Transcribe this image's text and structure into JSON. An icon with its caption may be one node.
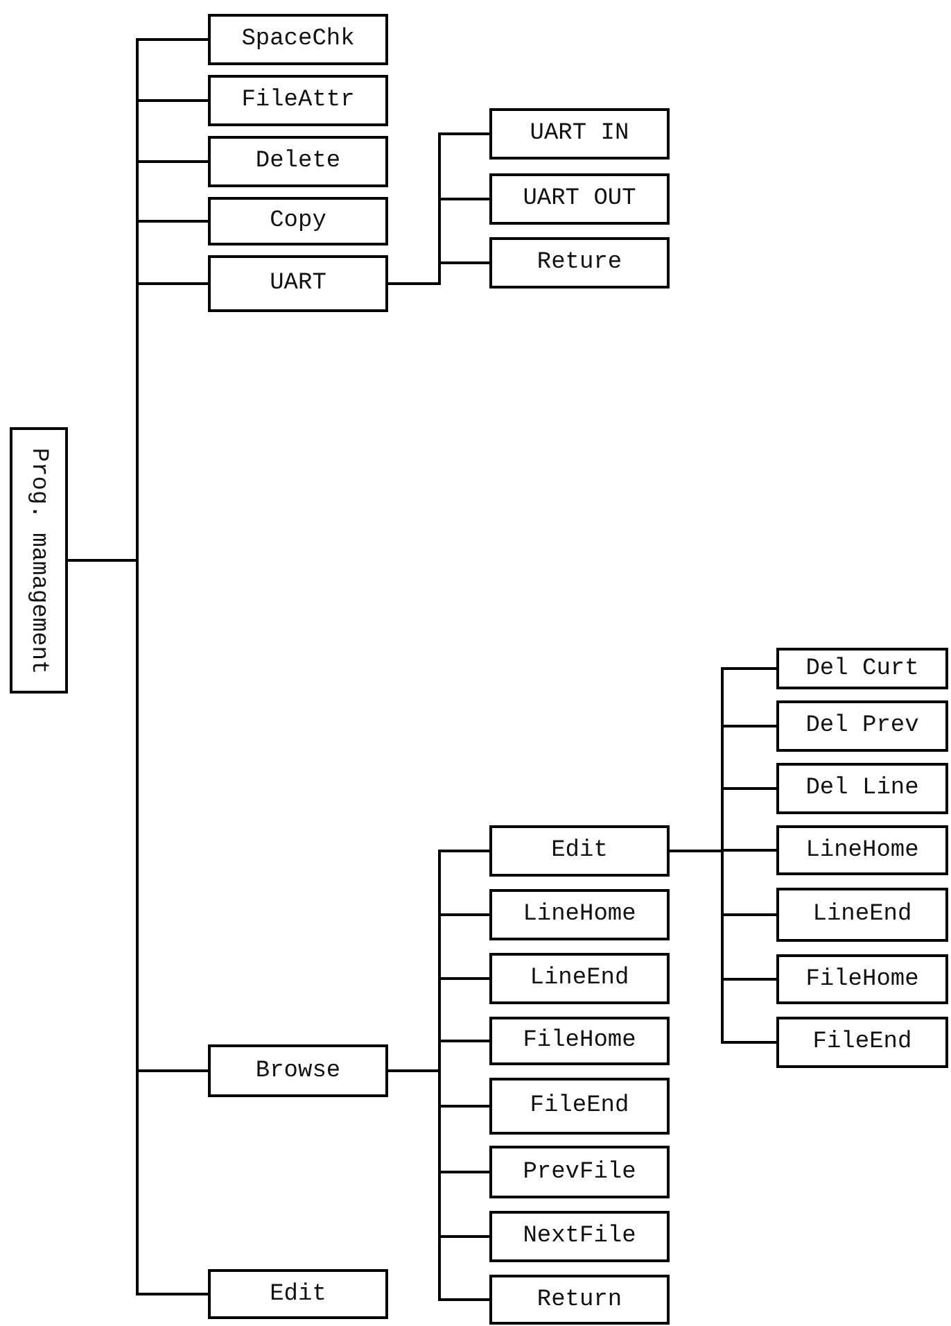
{
  "diagram": {
    "nodes": [
      {
        "text": [
          "Prog. mamagement"
        ]
      },
      {
        "text": [
          "SpaceChk"
        ]
      },
      {
        "text": [
          "FileAttr"
        ]
      },
      {
        "text": [
          "Delete"
        ]
      },
      {
        "text": [
          "Copy"
        ]
      },
      {
        "text": [
          "UART"
        ]
      },
      {
        "text": [
          "UART IN"
        ]
      },
      {
        "text": [
          "UART OUT"
        ]
      },
      {
        "text": [
          "Reture"
        ]
      },
      {
        "text": [
          "Browse"
        ]
      },
      {
        "text": [
          "Edit"
        ]
      },
      {
        "text": [
          "Del Curt"
        ]
      },
      {
        "text": [
          "Del Prev"
        ]
      },
      {
        "text": [
          "Del Line"
        ]
      },
      {
        "text": [
          "LineHome"
        ]
      },
      {
        "text": [
          "LineEnd"
        ]
      },
      {
        "text": [
          "FileHome"
        ]
      },
      {
        "text": [
          "FileEnd"
        ]
      },
      {
        "text": [
          "LineHome"
        ]
      },
      {
        "text": [
          "LineEnd"
        ]
      },
      {
        "text": [
          "FileHome"
        ]
      },
      {
        "text": [
          "FileEnd"
        ]
      },
      {
        "text": [
          "PrevFile"
        ]
      },
      {
        "text": [
          "NextFile"
        ]
      },
      {
        "text": [
          "Return"
        ]
      },
      {
        "text": [
          "Edit"
        ]
      }
    ],
    "edges": [
      {
        "from": 0,
        "to": 1,
        "arrow": "none"
      },
      {
        "from": 0,
        "to": 2,
        "arrow": "none"
      },
      {
        "from": 0,
        "to": 3,
        "arrow": "none"
      },
      {
        "from": 0,
        "to": 4,
        "arrow": "none"
      },
      {
        "from": 0,
        "to": 5,
        "arrow": "none"
      },
      {
        "from": 5,
        "to": 6,
        "arrow": "none"
      },
      {
        "from": 5,
        "to": 7,
        "arrow": "none"
      },
      {
        "from": 5,
        "to": 8,
        "arrow": "none"
      },
      {
        "from": 0,
        "to": 9,
        "arrow": "none"
      },
      {
        "from": 9,
        "to": 10,
        "arrow": "none"
      },
      {
        "from": 10,
        "to": 11,
        "arrow": "none"
      },
      {
        "from": 10,
        "to": 12,
        "arrow": "none"
      },
      {
        "from": 10,
        "to": 13,
        "arrow": "none"
      },
      {
        "from": 10,
        "to": 14,
        "arrow": "none"
      },
      {
        "from": 10,
        "to": 15,
        "arrow": "none"
      },
      {
        "from": 10,
        "to": 16,
        "arrow": "none"
      },
      {
        "from": 10,
        "to": 17,
        "arrow": "none"
      },
      {
        "from": 9,
        "to": 18,
        "arrow": "none"
      },
      {
        "from": 9,
        "to": 19,
        "arrow": "none"
      },
      {
        "from": 9,
        "to": 20,
        "arrow": "none"
      },
      {
        "from": 9,
        "to": 21,
        "arrow": "none"
      },
      {
        "from": 9,
        "to": 22,
        "arrow": "none"
      },
      {
        "from": 9,
        "to": 23,
        "arrow": "none"
      },
      {
        "from": 9,
        "to": 24,
        "arrow": "none"
      },
      {
        "from": 0,
        "to": 25,
        "arrow": "none"
      }
    ]
  }
}
